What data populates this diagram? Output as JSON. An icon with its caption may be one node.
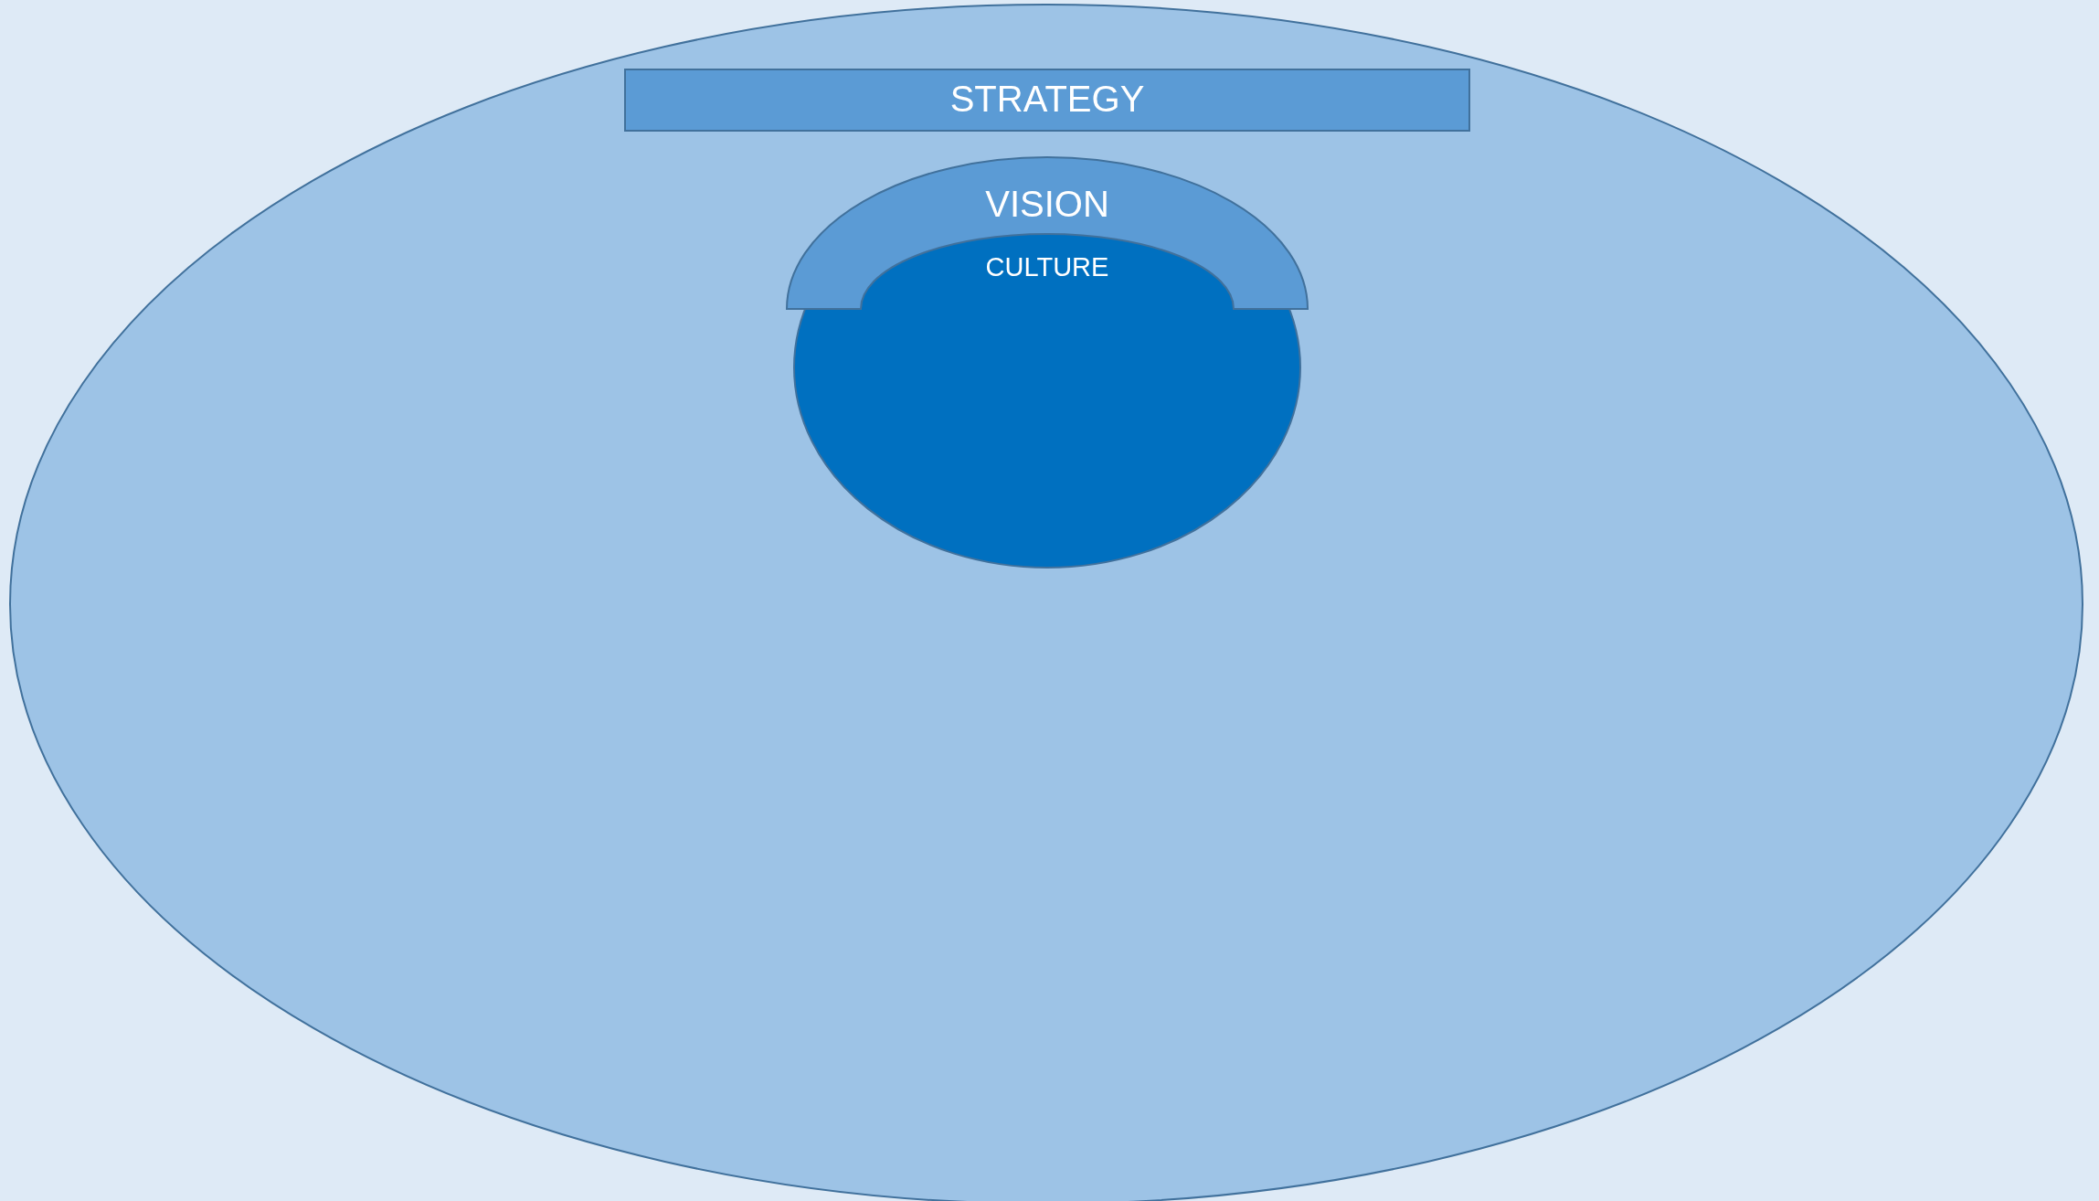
{
  "diagram": {
    "nodes": [
      {
        "text": [],
        "shape": "ellipse"
      },
      {
        "text": [
          "STRATEGY"
        ],
        "in": 0
      },
      {
        "text": [
          "VISION"
        ],
        "in": 0
      },
      {
        "text": [
          "CULTURE"
        ],
        "in": 0
      }
    ],
    "edges": []
  }
}
